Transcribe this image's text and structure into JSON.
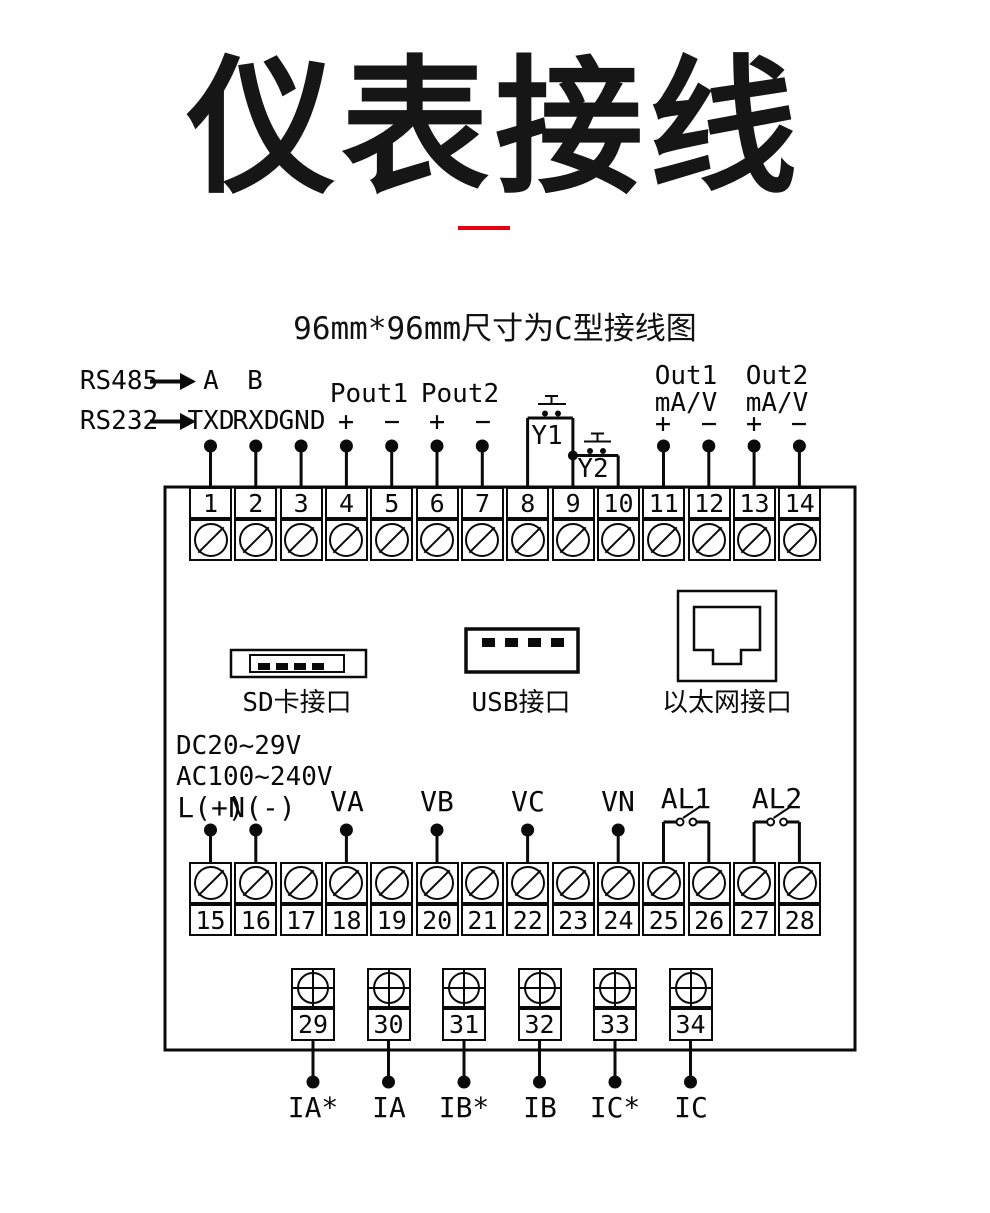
{
  "page": {
    "title": "仪表接线",
    "subtitle": "96mm*96mm尺寸为C型接线图",
    "accent_color": "#e60012",
    "line_color": "#0a0a0a"
  },
  "top_section": {
    "rs485_label": "RS485",
    "rs485_pins": [
      "A",
      "B"
    ],
    "rs232_label": "RS232",
    "rs232_pins": [
      "TXD",
      "RXD",
      "GND"
    ],
    "pout1_label": "Pout1",
    "pout2_label": "Pout2",
    "out1_label": "Out1",
    "out1_unit": "mA/V",
    "out2_label": "Out2",
    "out2_unit": "mA/V",
    "button1_label": "Y1",
    "button2_label": "Y2",
    "plus": "+",
    "minus": "−"
  },
  "terminals": {
    "row1": [
      "1",
      "2",
      "3",
      "4",
      "5",
      "6",
      "7",
      "8",
      "9",
      "10",
      "11",
      "12",
      "13",
      "14"
    ],
    "row2": [
      "15",
      "16",
      "17",
      "18",
      "19",
      "20",
      "21",
      "22",
      "23",
      "24",
      "25",
      "26",
      "27",
      "28"
    ],
    "row3": [
      "29",
      "30",
      "31",
      "32",
      "33",
      "34"
    ]
  },
  "interfaces": {
    "sd_card": "SD卡接口",
    "usb": "USB接口",
    "ethernet": "以太网接口"
  },
  "power_section": {
    "dc_rating": "DC20~29V",
    "ac_rating": "AC100~240V",
    "line_label": "L(+)",
    "neutral_label": "N(-)",
    "voltage_inputs": [
      "VA",
      "VB",
      "VC",
      "VN"
    ],
    "alarm_relays": [
      "AL1",
      "AL2"
    ]
  },
  "current_inputs": [
    "IA*",
    "IA",
    "IB*",
    "IB",
    "IC*",
    "IC"
  ]
}
